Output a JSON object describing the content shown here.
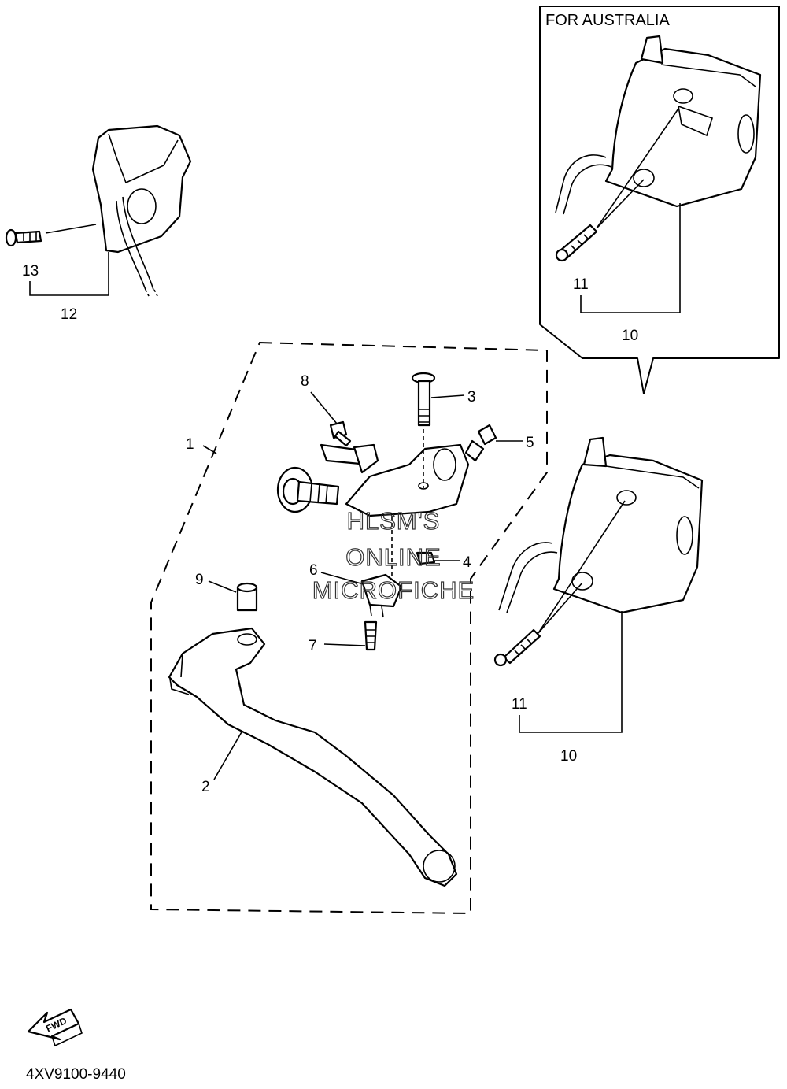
{
  "inset": {
    "title": "FOR AUSTRALIA"
  },
  "callouts": {
    "c1": "1",
    "c2": "2",
    "c3": "3",
    "c4": "4",
    "c5": "5",
    "c6": "6",
    "c7": "7",
    "c8": "8",
    "c9": "9",
    "c10_inset": "10",
    "c11_inset": "11",
    "c10_main": "10",
    "c11_main": "11",
    "c12": "12",
    "c13": "13"
  },
  "watermark": {
    "line1": "HLSM'S",
    "line2": "ONLINE",
    "line3": "MICROFICHE"
  },
  "fwd_label": "FWD",
  "diagram_code": "4XV9100-9440"
}
